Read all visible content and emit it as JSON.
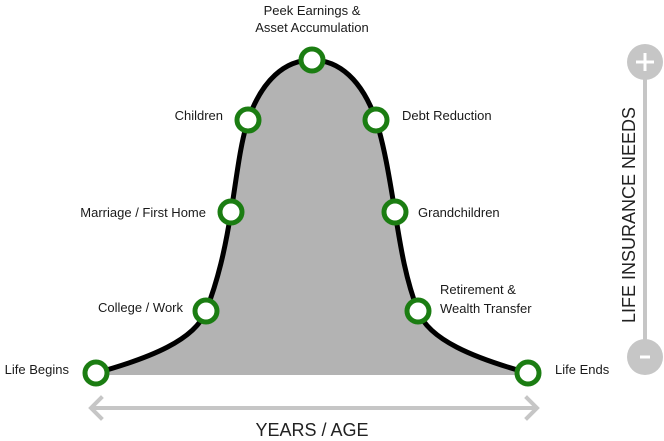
{
  "colors": {
    "curve": "#000000",
    "fill": "#b3b3b3",
    "node": "#1b7d12",
    "axis": "#c6c6c6"
  },
  "milestones": [
    {
      "label": "Life Begins"
    },
    {
      "label": "College / Work"
    },
    {
      "label": "Marriage / First Home"
    },
    {
      "label": "Children"
    },
    {
      "label_line1": "Peek Earnings &",
      "label_line2": "Asset Accumulation"
    },
    {
      "label": "Debt Reduction"
    },
    {
      "label": "Grandchildren"
    },
    {
      "label_line1": "Retirement &",
      "label_line2": "Wealth Transfer"
    },
    {
      "label": "Life Ends"
    }
  ],
  "x_axis": {
    "label": "YEARS / AGE"
  },
  "y_axis": {
    "label": "LIFE INSURANCE NEEDS",
    "top_icon": "plus-icon",
    "bottom_icon": "minus-icon"
  }
}
